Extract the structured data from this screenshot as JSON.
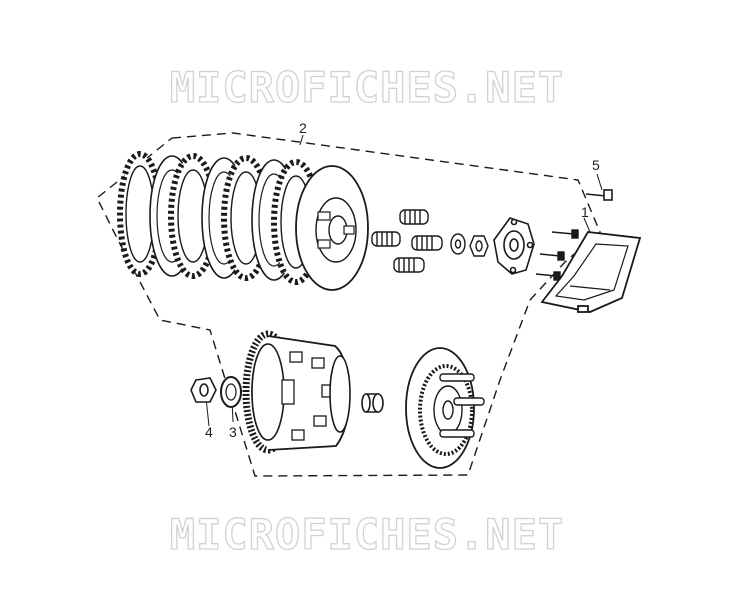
{
  "watermark": {
    "top_text": "MICROFICHES.NET",
    "bottom_text": "MICROFICHES.NET"
  },
  "callouts": [
    {
      "id": "1",
      "label": "1"
    },
    {
      "id": "2",
      "label": "2"
    },
    {
      "id": "3",
      "label": "3"
    },
    {
      "id": "4",
      "label": "4"
    },
    {
      "id": "5",
      "label": "5"
    }
  ],
  "parts": [
    {
      "callout": "1",
      "name": "clutch-release-cover"
    },
    {
      "callout": "2",
      "name": "clutch-assembly"
    },
    {
      "callout": "3",
      "name": "thrust-washer"
    },
    {
      "callout": "4",
      "name": "lock-nut"
    },
    {
      "callout": "5",
      "name": "bolt"
    }
  ],
  "colors": {
    "line": "#1a1a1a",
    "watermark": "#d2d2d2",
    "background": "#ffffff"
  }
}
